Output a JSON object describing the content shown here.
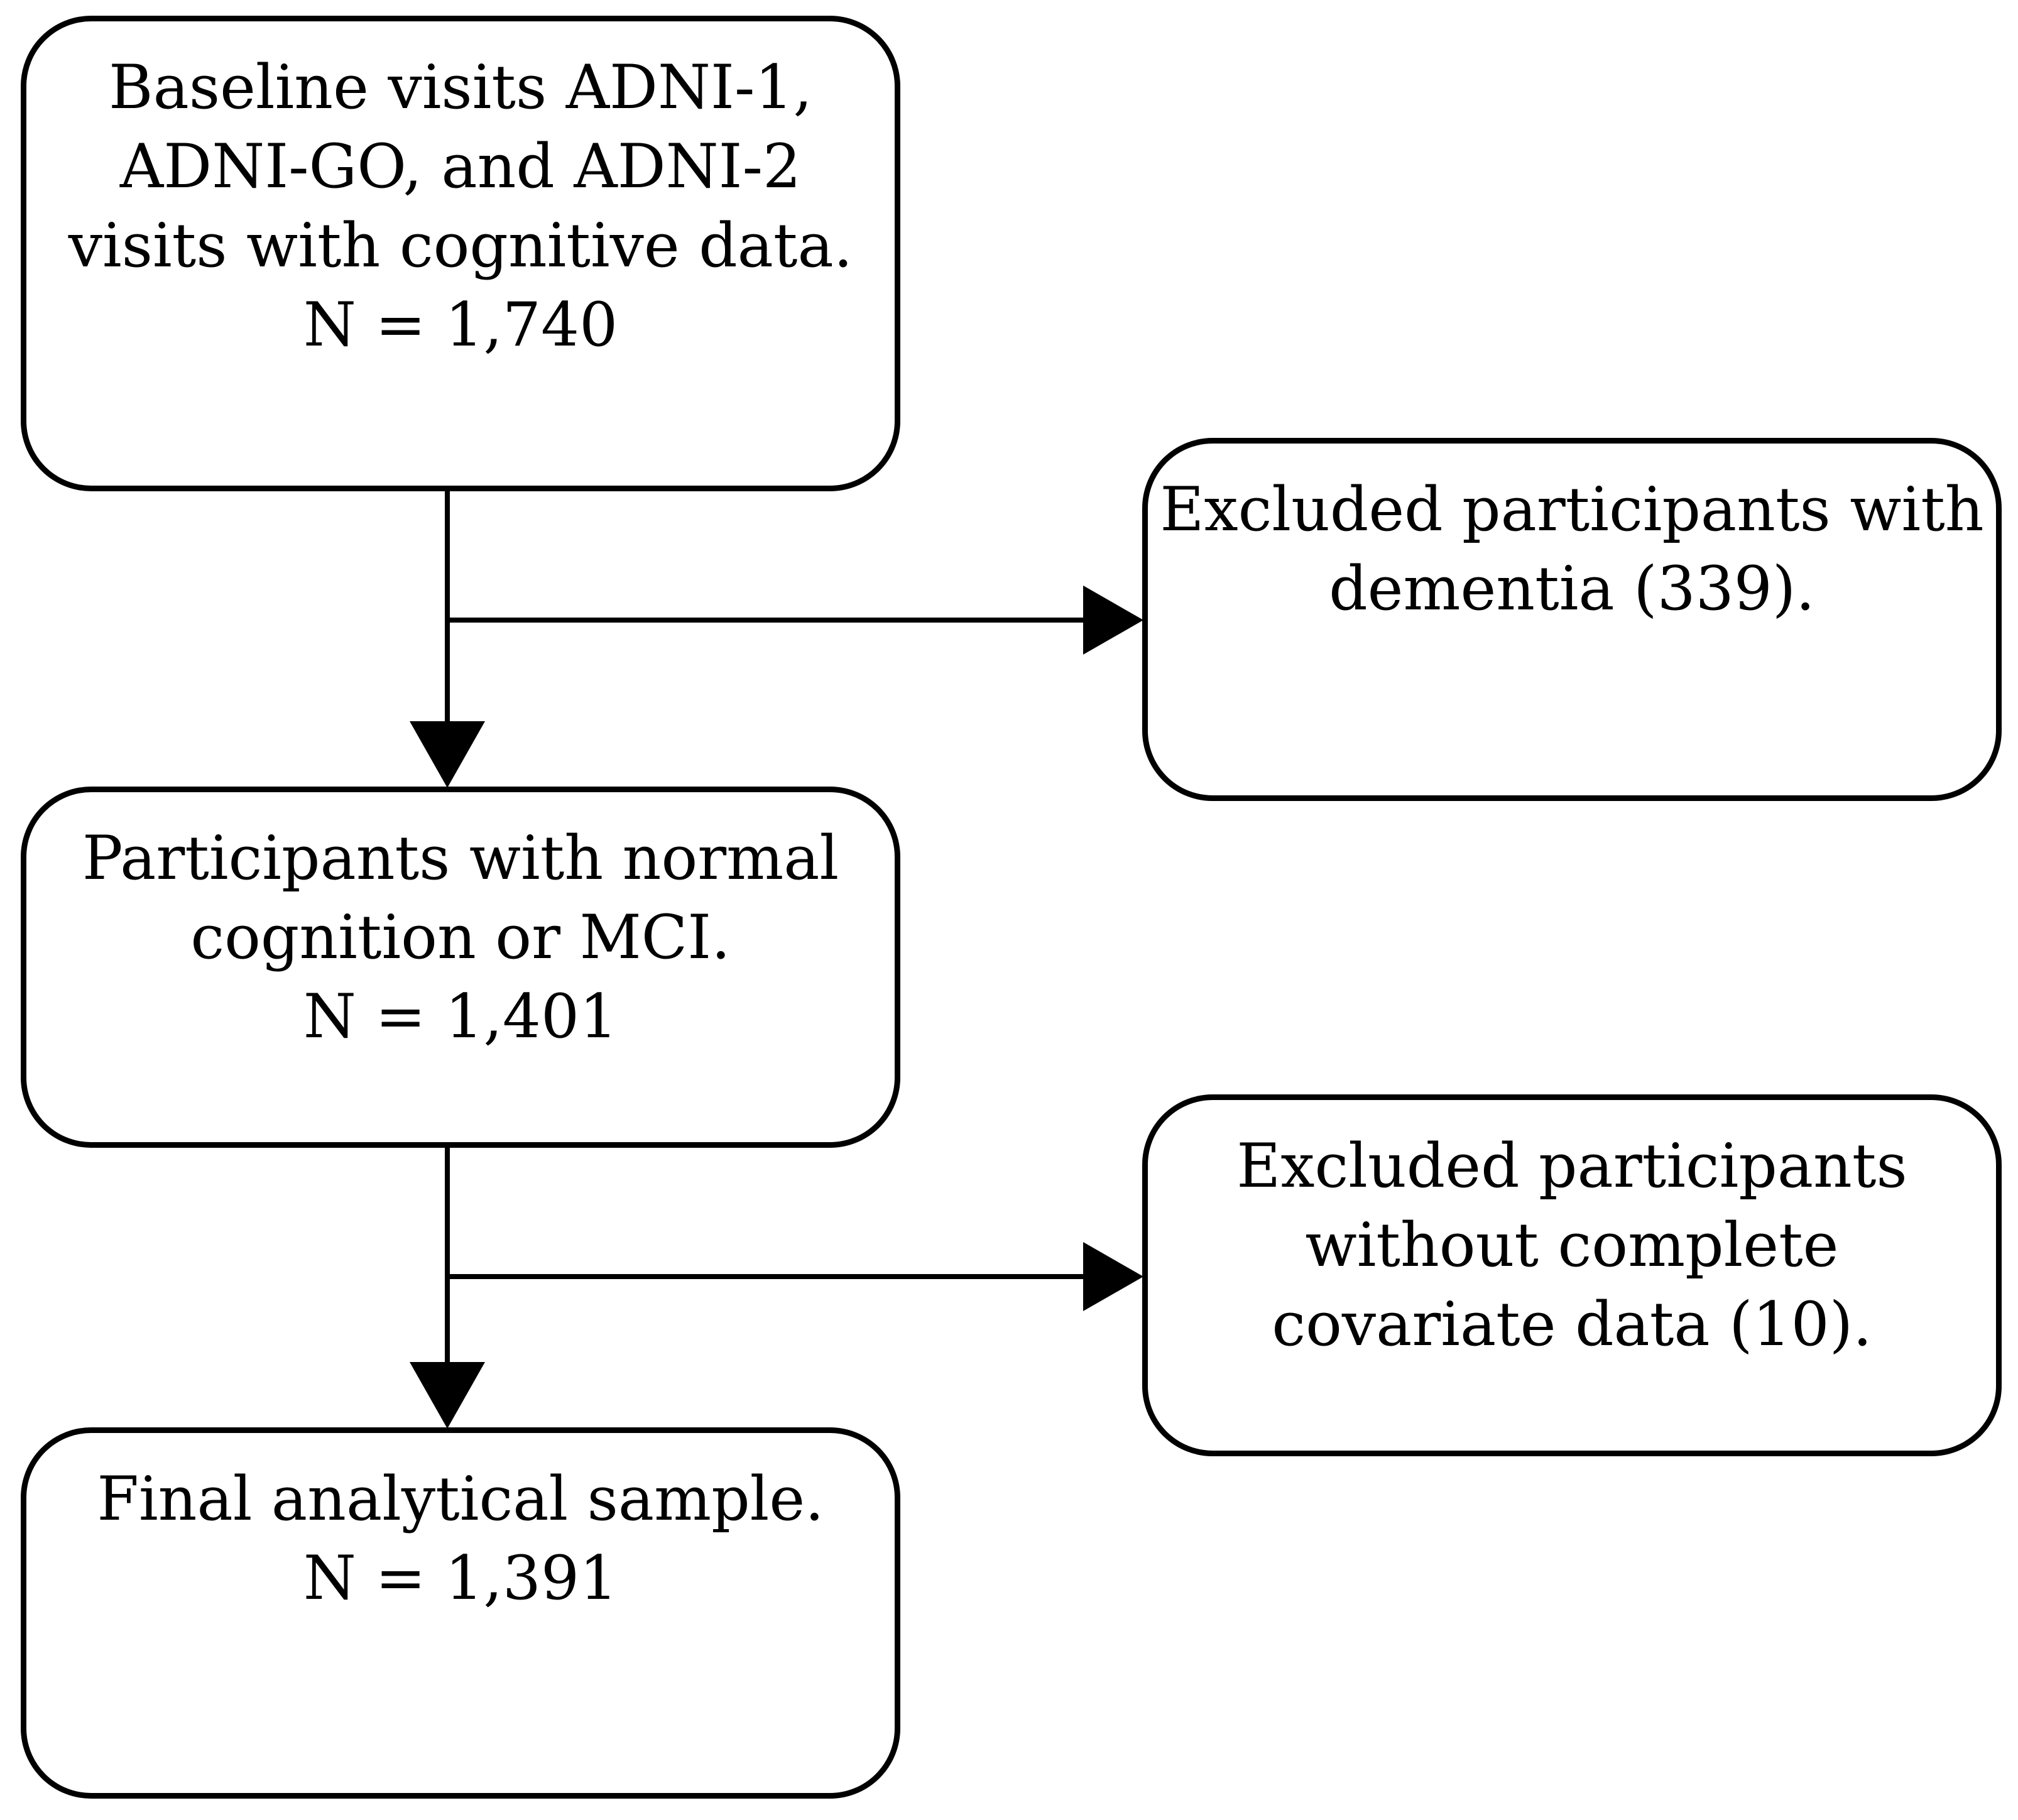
{
  "diagram": {
    "type": "participant-flowchart",
    "background_color": "#ffffff",
    "box_border_color": "#000000",
    "text_color": "#000000"
  },
  "nodes": [
    {
      "id": "baseline-visits",
      "lines": [
        "Baseline visits ADNI-1,",
        "ADNI-GO, and ADNI-2",
        "visits with cognitive data.",
        "N = 1,740"
      ],
      "n": "1,740"
    },
    {
      "id": "excluded-dementia",
      "lines": [
        "Excluded participants with",
        "dementia (339)."
      ],
      "excluded_count": "339"
    },
    {
      "id": "normal-cognition-or-mci",
      "lines": [
        "Participants with normal",
        "cognition or MCI.",
        "N = 1,401"
      ],
      "n": "1,401"
    },
    {
      "id": "excluded-covariate",
      "lines": [
        "Excluded participants",
        "without complete",
        "covariate data (10)."
      ],
      "excluded_count": "10"
    },
    {
      "id": "final-sample",
      "lines": [
        "Final analytical sample.",
        "N = 1,391"
      ],
      "n": "1,391"
    }
  ],
  "edges": [
    {
      "from": "baseline-visits",
      "to": "normal-cognition-or-mci",
      "direction": "down"
    },
    {
      "from": "baseline-visits",
      "to": "excluded-dementia",
      "direction": "right"
    },
    {
      "from": "normal-cognition-or-mci",
      "to": "final-sample",
      "direction": "down"
    },
    {
      "from": "normal-cognition-or-mci",
      "to": "excluded-covariate",
      "direction": "right"
    }
  ]
}
